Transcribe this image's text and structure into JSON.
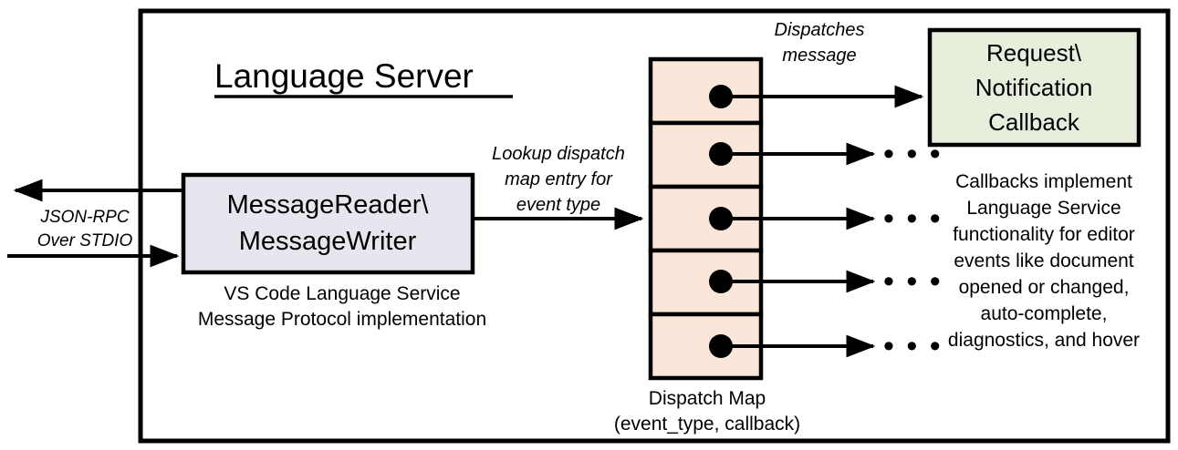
{
  "diagram": {
    "title": "Language Server",
    "frame_label": "language-server-boundary",
    "colors": {
      "stroke": "#000000",
      "background": "#ffffff",
      "message_box_fill": "#E8E5EF",
      "dispatch_cell_fill": "#FBE7DA",
      "callback_box_fill": "#E7EEDC"
    },
    "external_io": {
      "line1": "JSON-RPC",
      "line2": "Over STDIO",
      "outbound_arrow": "arrow-left-out",
      "inbound_arrow": "arrow-right-in"
    },
    "message_box": {
      "line1": "MessageReader\\",
      "line2": "MessageWriter",
      "caption_line1": "VS Code Language Service",
      "caption_line2": "Message Protocol implementation"
    },
    "lookup_label": {
      "line1": "Lookup dispatch",
      "line2": "map entry for",
      "line3": "event type"
    },
    "dispatch_map": {
      "caption_line1": "Dispatch Map",
      "caption_line2": "(event_type, callback)",
      "cells": [
        {
          "index": 0,
          "dot": "dispatch-entry-dot"
        },
        {
          "index": 1,
          "dot": "dispatch-entry-dot"
        },
        {
          "index": 2,
          "dot": "dispatch-entry-dot"
        },
        {
          "index": 3,
          "dot": "dispatch-entry-dot"
        },
        {
          "index": 4,
          "dot": "dispatch-entry-dot"
        }
      ]
    },
    "dispatch_label": {
      "line1": "Dispatches",
      "line2": "message"
    },
    "callback_box": {
      "line1": "Request\\",
      "line2": "Notification",
      "line3": "Callback"
    },
    "callback_note": {
      "lines": [
        "Callbacks implement",
        "Language Service",
        "functionality for editor",
        "events like document",
        "opened or changed,",
        "auto-complete,",
        "diagnostics, and hover"
      ]
    },
    "ellipses": [
      {
        "index": 0,
        "text": "• • •"
      },
      {
        "index": 1,
        "text": "• • •"
      },
      {
        "index": 2,
        "text": "• • •"
      },
      {
        "index": 3,
        "text": "• • •"
      }
    ]
  }
}
